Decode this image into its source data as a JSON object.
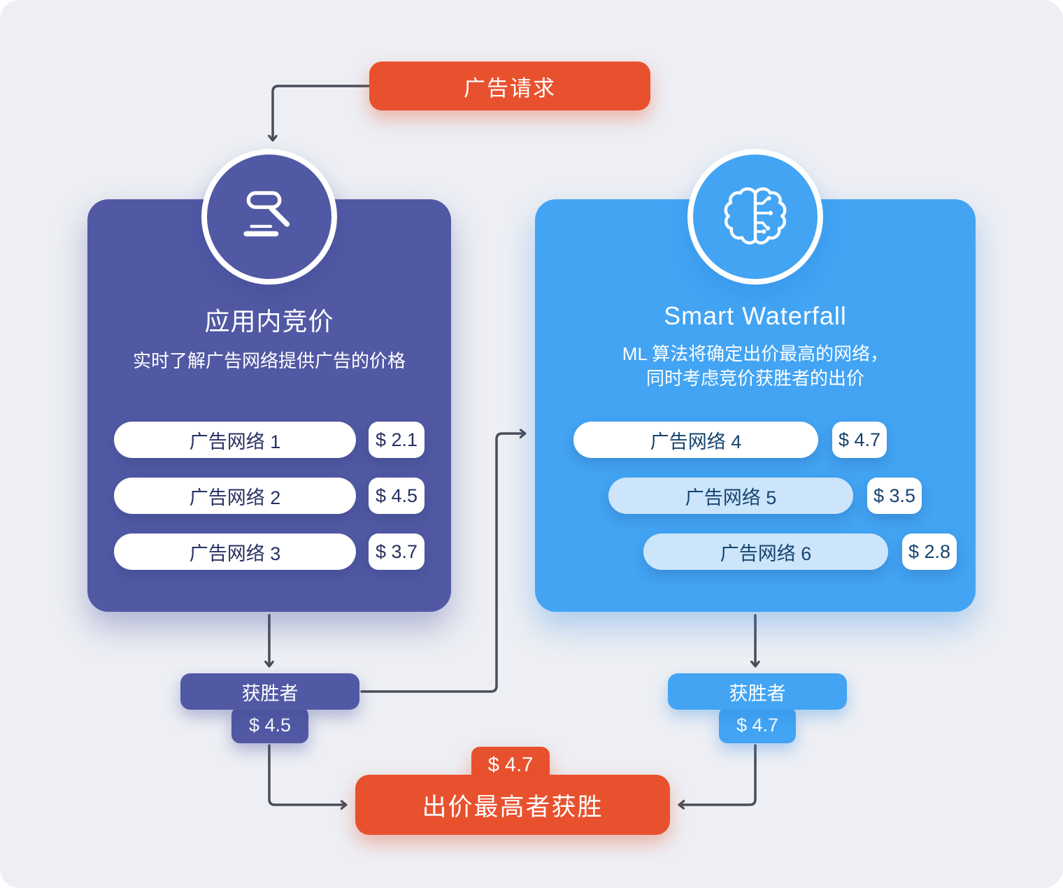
{
  "colors": {
    "bg": "#edeff4",
    "orange": "#e8512e",
    "indigo": "#5159a4",
    "blue": "#42a4f3",
    "tint": "#cce5fb",
    "arrow": "#4a4d59",
    "text_dark": "#283163",
    "text_dark_blue": "#16436f"
  },
  "ad_request": {
    "label": "广告请求"
  },
  "left_panel": {
    "title": "应用内竞价",
    "subtitle": "实时了解广告网络提供广告的价格",
    "icon": "gavel-icon",
    "networks": [
      {
        "name": "广告网络 1",
        "price": "$ 2.1"
      },
      {
        "name": "广告网络 2",
        "price": "$ 4.5"
      },
      {
        "name": "广告网络 3",
        "price": "$ 3.7"
      }
    ],
    "winner": {
      "label": "获胜者",
      "price": "$ 4.5"
    }
  },
  "right_panel": {
    "title": "Smart Waterfall",
    "subtitle_lines": [
      "ML 算法将确定出价最高的网络，",
      "同时考虑竞价获胜者的出价"
    ],
    "icon": "brain-circuit-icon",
    "networks": [
      {
        "name": "广告网络 4",
        "price": "$ 4.7"
      },
      {
        "name": "广告网络 5",
        "price": "$ 3.5"
      },
      {
        "name": "广告网络 6",
        "price": "$ 2.8"
      }
    ],
    "winner": {
      "label": "获胜者",
      "price": "$ 4.7"
    }
  },
  "result": {
    "price": "$ 4.7",
    "label": "出价最高者获胜"
  }
}
